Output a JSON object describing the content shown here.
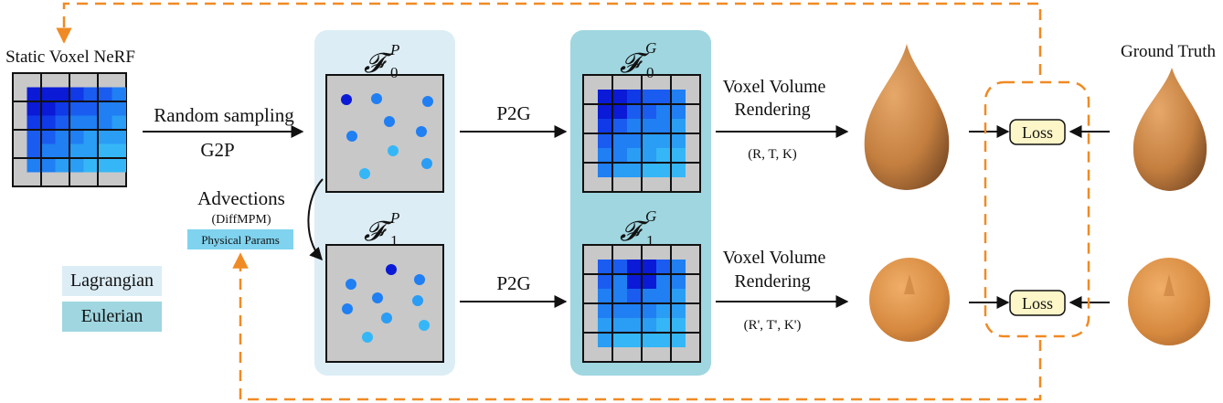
{
  "labels": {
    "static_voxel": "Static Voxel NeRF",
    "ground_truth": "Ground Truth",
    "random_sampling": "Random sampling",
    "g2p": "G2P",
    "advections": "Advections",
    "diffmpm": "(DiffMPM)",
    "physical_params": "Physical Params",
    "p2g_top": "P2G",
    "p2g_bottom": "P2G",
    "render_top_line1": "Voxel Volume",
    "render_top_line2": "Rendering",
    "render_top_params": "(R, T, K)",
    "render_bottom_line1": "Voxel Volume",
    "render_bottom_line2": "Rendering",
    "render_bottom_params": "(R', T', K')",
    "loss_top": "Loss",
    "loss_bottom": "Loss"
  },
  "math": {
    "fp0": {
      "base": "𝓕",
      "sup": "P",
      "sub": "0"
    },
    "fp1": {
      "base": "𝓕",
      "sup": "P",
      "sub": "1"
    },
    "fg0": {
      "base": "𝓕",
      "sup": "G",
      "sub": "0"
    },
    "fg1": {
      "base": "𝓕",
      "sup": "G",
      "sub": "1"
    }
  },
  "legend": {
    "lagrangian": "Lagrangian",
    "eulerian": "Eulerian"
  },
  "colors": {
    "lagrangian_bg": "#dcedf5",
    "eulerian_bg": "#9fd6e0",
    "physical_params_bg": "#7fd3ef",
    "dashed_loop": "#f08a24",
    "loss_box": "#fdf6c8",
    "grid_gray": "#c8c8c8",
    "voxel_dark": "#0a1ad6",
    "particle": "#1f8ff0",
    "object": "#d08a4a"
  }
}
